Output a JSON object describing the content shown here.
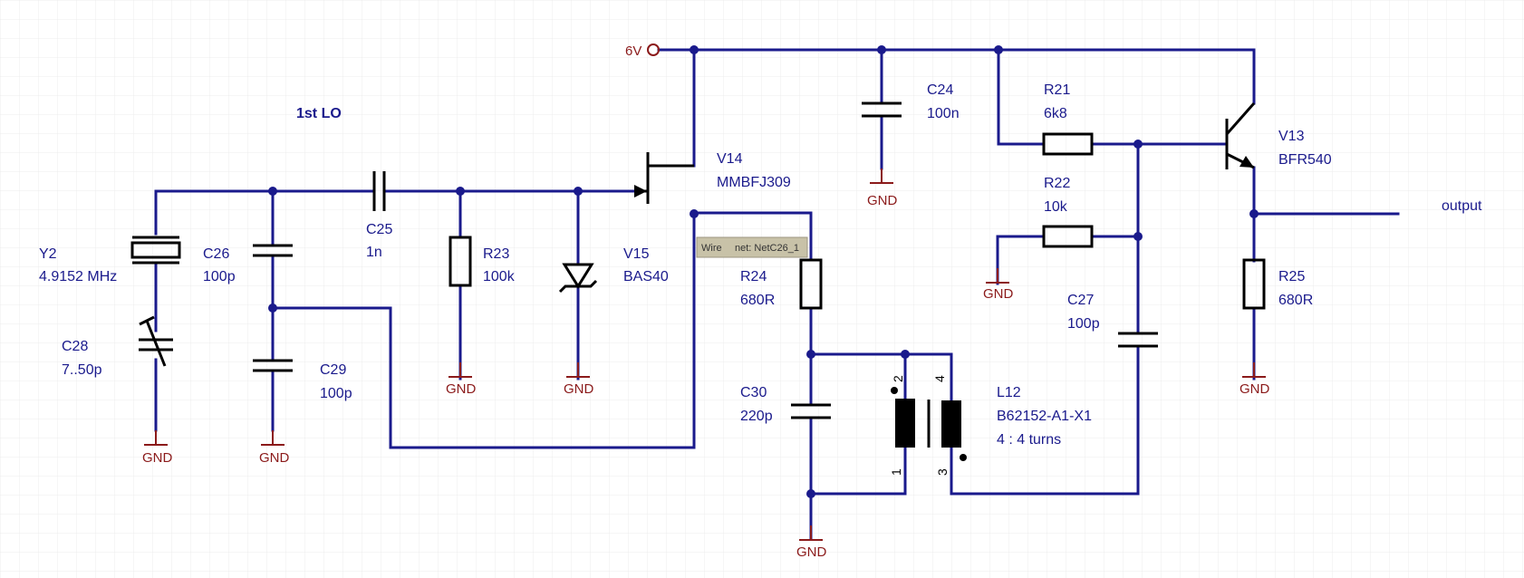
{
  "title": "1st LO",
  "power": {
    "label": "6V"
  },
  "gnd_label": "GND",
  "output_label": "output",
  "tooltip": {
    "kind": "Wire",
    "net": "net: NetC26_1"
  },
  "components": {
    "Y2": {
      "ref": "Y2",
      "value": "4.9152 MHz"
    },
    "C26": {
      "ref": "C26",
      "value": "100p"
    },
    "C25": {
      "ref": "C25",
      "value": "1n"
    },
    "R23": {
      "ref": "R23",
      "value": "100k"
    },
    "V15": {
      "ref": "V15",
      "value": "BAS40"
    },
    "V14": {
      "ref": "V14",
      "value": "MMBFJ309"
    },
    "C28": {
      "ref": "C28",
      "value": "7..50p"
    },
    "C29": {
      "ref": "C29",
      "value": "100p"
    },
    "R24": {
      "ref": "R24",
      "value": "680R"
    },
    "C30": {
      "ref": "C30",
      "value": "220p"
    },
    "L12": {
      "ref": "L12",
      "value": "B62152-A1-X1",
      "note": "4 : 4 turns",
      "pins": [
        "2",
        "4",
        "1",
        "3"
      ]
    },
    "C24": {
      "ref": "C24",
      "value": "100n"
    },
    "R21": {
      "ref": "R21",
      "value": "6k8"
    },
    "R22": {
      "ref": "R22",
      "value": "10k"
    },
    "C27": {
      "ref": "C27",
      "value": "100p"
    },
    "V13": {
      "ref": "V13",
      "value": "BFR540"
    },
    "R25": {
      "ref": "R25",
      "value": "680R"
    }
  },
  "colors": {
    "wire": "#1a1a8c",
    "part": "#000000",
    "gnd": "#8b1a1a",
    "grid": "#ececec"
  }
}
